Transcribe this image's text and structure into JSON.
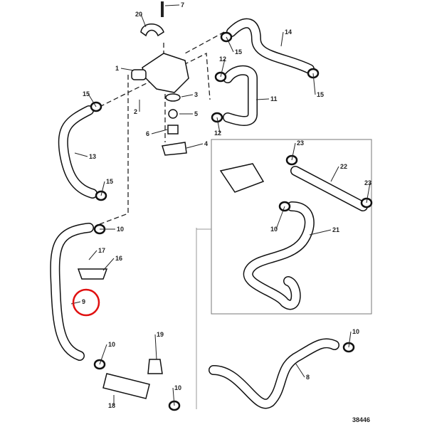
{
  "diagram": {
    "drawing_number": "38446",
    "callouts": [
      "7",
      "20",
      "14",
      "1",
      "15",
      "12",
      "15",
      "11",
      "3",
      "2",
      "5",
      "6",
      "4",
      "15",
      "13",
      "15",
      "12",
      "23",
      "22",
      "23",
      "10",
      "21",
      "10",
      "17",
      "16",
      "9",
      "19",
      "10",
      "10",
      "8",
      "10",
      "18"
    ],
    "highlighted_callout": "9",
    "highlight_color": "#e01010"
  }
}
